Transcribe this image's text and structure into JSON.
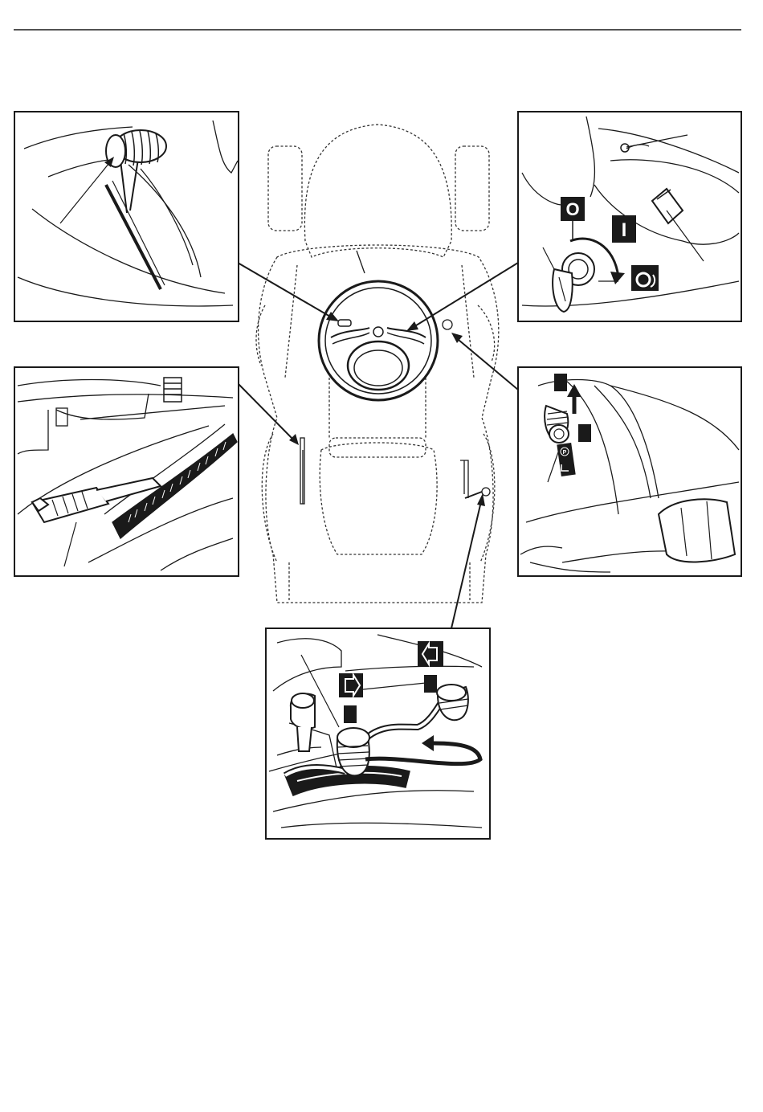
{
  "symbols": {
    "off": "O",
    "on": "I",
    "forward": "⇨",
    "reverse": "⇦",
    "parking_brake": "P"
  },
  "colors": {
    "ink": "#1a1a1a",
    "paper": "#ffffff",
    "outline_dashed": "#333333"
  }
}
